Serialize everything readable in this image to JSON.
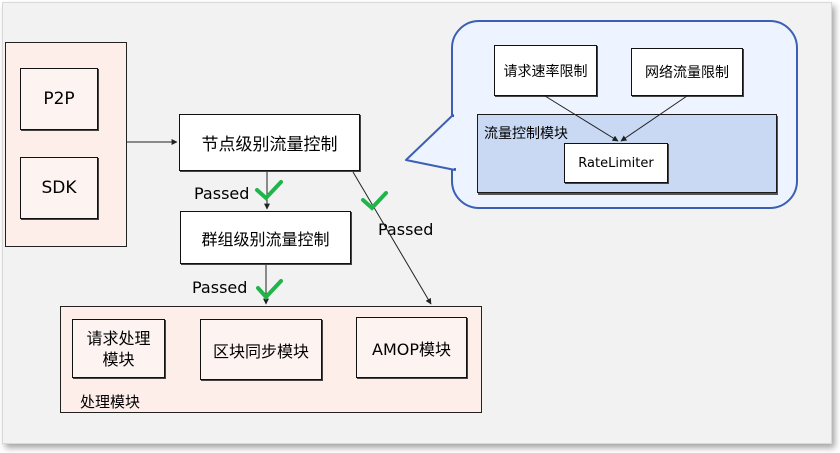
{
  "sources": [
    "P2P",
    "SDK"
  ],
  "node_control": "节点级别流量控制",
  "group_control": "群组级别流量控制",
  "passed_label": "Passed",
  "processing": {
    "title": "处理模块",
    "modules": [
      "请求处理\n模块",
      "区块同步模块",
      "AMOP模块"
    ]
  },
  "callout": {
    "top_boxes": [
      "请求速率限制",
      "网络流量限制"
    ],
    "module_title": "流量控制模块",
    "limiter": "RateLimiter"
  },
  "colors": {
    "check": "#1fb54a",
    "bubble_border": "#3a5fb5",
    "bubble_fill": "#eef4ff",
    "inner_fill": "#c9d9f4",
    "container_fill": "#fdeeea"
  }
}
